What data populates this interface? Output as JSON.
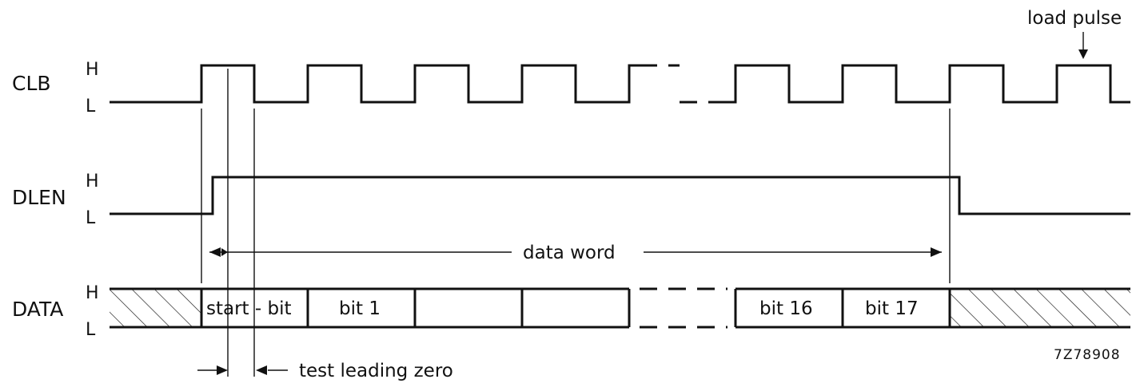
{
  "signals": {
    "clb": "CLB",
    "dlen": "DLEN",
    "data": "DATA"
  },
  "levels": {
    "high": "H",
    "low": "L"
  },
  "annotations": {
    "load_pulse": "load pulse",
    "data_word": "data word",
    "test_leading_zero": "test leading zero",
    "reference": "7Z78908"
  },
  "data_cells": {
    "start_bit": "start - bit",
    "bit1": "bit 1",
    "bit16": "bit 16",
    "bit17": "bit 17"
  }
}
